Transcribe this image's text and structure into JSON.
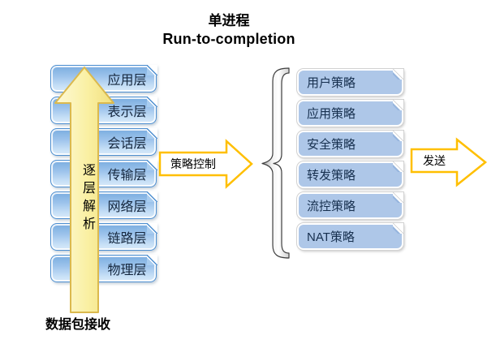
{
  "title": {
    "line1": "单进程",
    "line2": "Run-to-completion"
  },
  "left_stack": {
    "layers": [
      "应用层",
      "表示层",
      "会话层",
      "传输层",
      "网络层",
      "链路层",
      "物理层"
    ],
    "up_arrow_label": "逐层解析",
    "bottom_label": "数据包接收"
  },
  "middle": {
    "policy_arrow_label": "策略控制"
  },
  "right_stack": {
    "policies": [
      "用户策略",
      "应用策略",
      "安全策略",
      "转发策略",
      "流控策略",
      "NAT策略"
    ]
  },
  "output": {
    "send_arrow_label": "发送"
  },
  "colors": {
    "layer_box_fill_top": "#79acdf",
    "layer_box_fill_bottom": "#d9eafa",
    "layer_box_border": "#4e8fd0",
    "policy_box_fill": "#aec7e8",
    "up_arrow_fill": "#faf0a3",
    "up_arrow_border": "#dbb94e",
    "callout_arrow_border": "#ffbf00",
    "brace_fill": "#e8e8e8",
    "text_dark_navy": "#17304f"
  }
}
